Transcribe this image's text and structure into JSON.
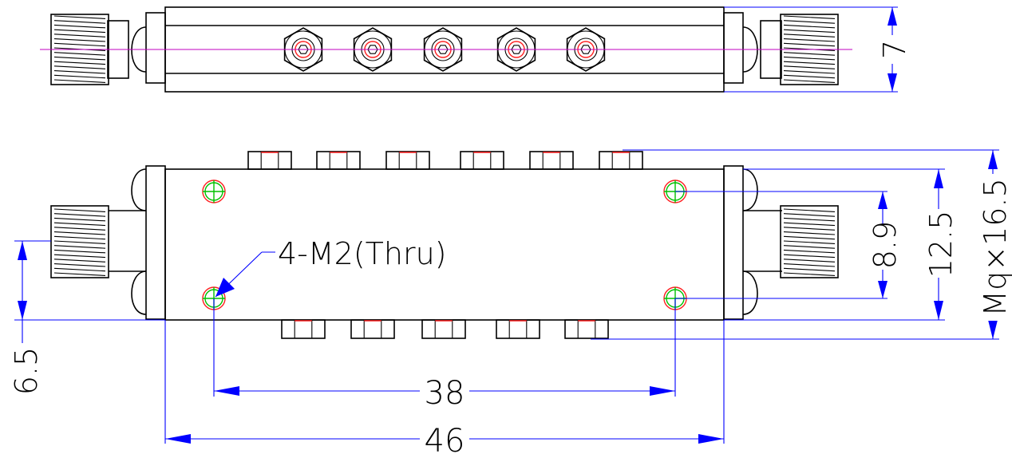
{
  "dimensions": {
    "width_top": "7",
    "height_mid": "8.9",
    "height_body": "12.5",
    "height_overall": "Mq×16.5",
    "offset_left": "6.5",
    "hole_spacing": "38",
    "length_body": "46"
  },
  "callout": {
    "holes": "4-M2(Thru)"
  },
  "colors": {
    "dimension": "#0000ff",
    "centerline": "#c000c0",
    "hole_outer": "#ff2020",
    "hole_cross": "#00c000"
  }
}
